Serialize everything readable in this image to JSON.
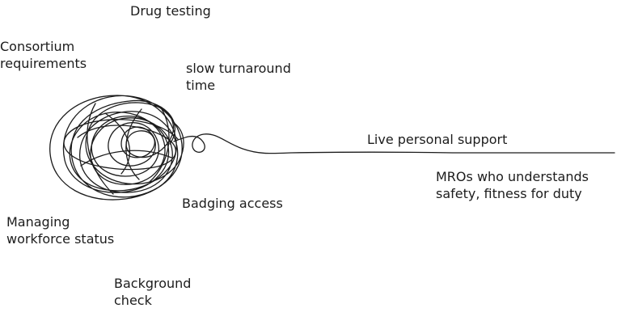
{
  "labels": {
    "drug_testing": "Drug testing",
    "consortium": "Consortium\nrequirements",
    "slow_turnaround": "slow turnaround\ntime",
    "live_support": "Live personal support",
    "mros": "MROs who understands\nsafety, fitness for duty",
    "badging": "Badging access",
    "managing_status": "Managing\nworkforce status",
    "background_check": "Background\ncheck"
  },
  "colors": {
    "ink": "#1c1c1c",
    "background": "#ffffff"
  }
}
